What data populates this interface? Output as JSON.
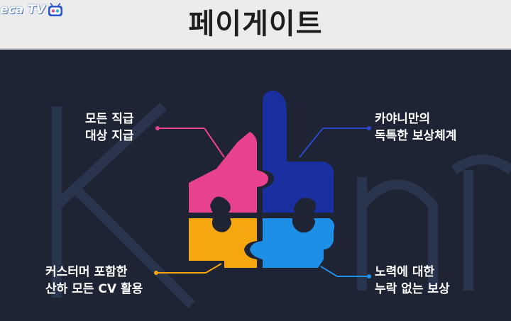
{
  "header": {
    "title": "페이게이트",
    "logo_text": "eca TV"
  },
  "labels": {
    "top_left": [
      "모든 직급",
      "대상 지급"
    ],
    "top_right": [
      "카야니만의",
      "독특한 보상체계"
    ],
    "bottom_left": [
      "커스터머 포함한",
      "산하 모든 CV 활용"
    ],
    "bottom_right": [
      "노력에 대한",
      "누락 없는 보상"
    ]
  },
  "colors": {
    "background": "#1e2434",
    "header_bg": "#ececec",
    "pink": "#e8428e",
    "navy": "#1a2fa0",
    "yellow": "#f6a60f",
    "sky": "#1d8fe6",
    "connector_blue": "#2a6fd1"
  },
  "icons": {
    "logo": "tv-icon",
    "graphic": "thumbs-up-puzzle-icon"
  }
}
